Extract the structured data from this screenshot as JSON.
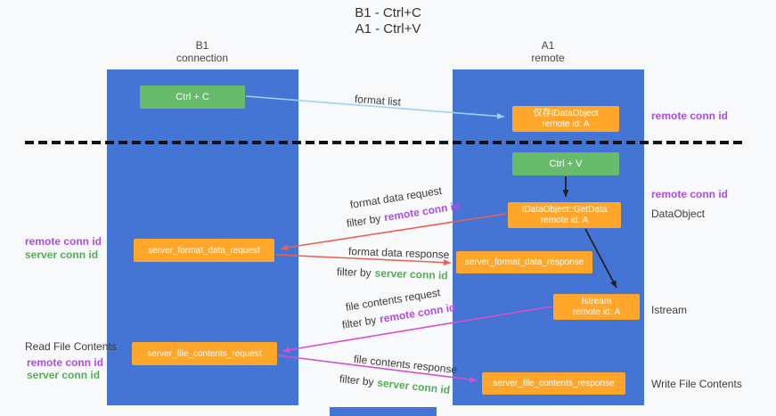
{
  "title": {
    "line1": "B1 - Ctrl+C",
    "line2": "A1 - Ctrl+V"
  },
  "columns": {
    "left": {
      "name": "B1",
      "subtitle": "connection"
    },
    "right": {
      "name": "A1",
      "subtitle": "remote"
    }
  },
  "nodes": {
    "ctrl_c": "Ctrl + C",
    "ctrl_v": "Ctrl + V",
    "idataobject": {
      "line1": "仅存IDataObject",
      "line2": "remote id: A"
    },
    "getdata": {
      "line1": "IDataObject::GetData",
      "line2": "remote id: A"
    },
    "istream": {
      "line1": "Istream",
      "line2": "remote id: A"
    },
    "format_request": "server_format_data_request",
    "format_response": "server_format_data_response",
    "file_request": "server_file_contents_request",
    "file_response": "server_file_contents_response"
  },
  "flows": {
    "format_list": {
      "label": "format list"
    },
    "format_request": {
      "label": "format data request",
      "filter_prefix": "filter by",
      "filter_key": "remote conn id"
    },
    "format_response": {
      "label": "format data response",
      "filter_prefix": "filter by",
      "filter_key": "server conn id"
    },
    "file_request": {
      "label": "file contents request",
      "filter_prefix": "filter by",
      "filter_key": "remote conn id"
    },
    "file_response": {
      "label": "file contents response",
      "filter_prefix": "filter by",
      "filter_key": "server conn id"
    }
  },
  "side_labels": {
    "right_remote_conn_1": "remote conn id",
    "right_remote_conn_2": "remote conn id",
    "right_dataobject": "DataObject",
    "right_istream": "Istream",
    "right_write_file": "Write File Contents",
    "left_remote_conn_1": "remote conn id",
    "left_server_conn_1": "server conn id",
    "left_read_file": "Read File Contents",
    "left_remote_conn_2": "remote conn id",
    "left_server_conn_2": "server conn id"
  },
  "colors": {
    "bg": "#f8f9fb",
    "panel-blue": "#4474d4",
    "green": "#67bb6a",
    "orange": "#ffa62b",
    "purple": "#b04ce6",
    "text-green": "#53ae53",
    "arrow-red": "#ea6352",
    "arrow-magenta": "#d850cf",
    "arrow-blue": "#9ed2f0",
    "ink": "#3c3c3c"
  }
}
